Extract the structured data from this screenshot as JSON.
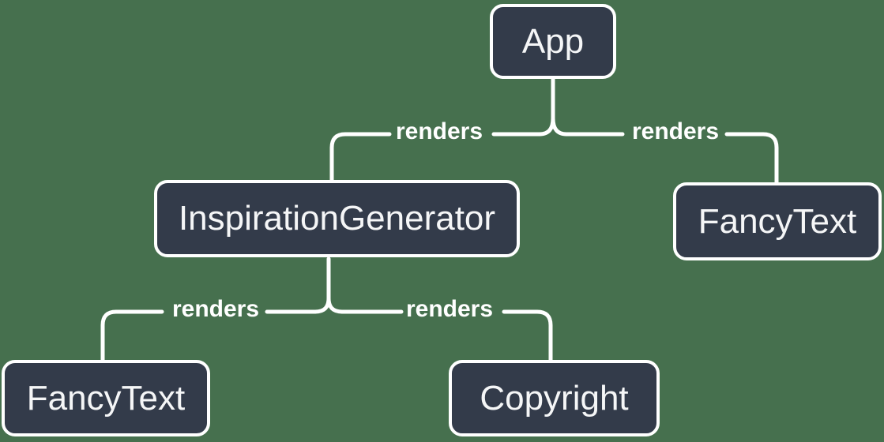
{
  "diagram": {
    "description": "React render tree diagram",
    "nodes": [
      {
        "id": "app",
        "label": "App"
      },
      {
        "id": "inspiration-generator",
        "label": "InspirationGenerator"
      },
      {
        "id": "fancy-text-right",
        "label": "FancyText"
      },
      {
        "id": "fancy-text-left",
        "label": "FancyText"
      },
      {
        "id": "copyright",
        "label": "Copyright"
      }
    ],
    "edges": [
      {
        "from": "App",
        "to": "InspirationGenerator",
        "label": "renders"
      },
      {
        "from": "App",
        "to": "FancyText",
        "label": "renders"
      },
      {
        "from": "InspirationGenerator",
        "to": "FancyText",
        "label": "renders"
      },
      {
        "from": "InspirationGenerator",
        "to": "Copyright",
        "label": "renders"
      }
    ],
    "colors": {
      "background": "#46704E",
      "node_fill": "#333B4A",
      "node_border": "#FFFFFF",
      "node_text": "#F5F6F7",
      "line": "#FFFFFF",
      "edge_label_text": "#FFFFFF"
    }
  }
}
